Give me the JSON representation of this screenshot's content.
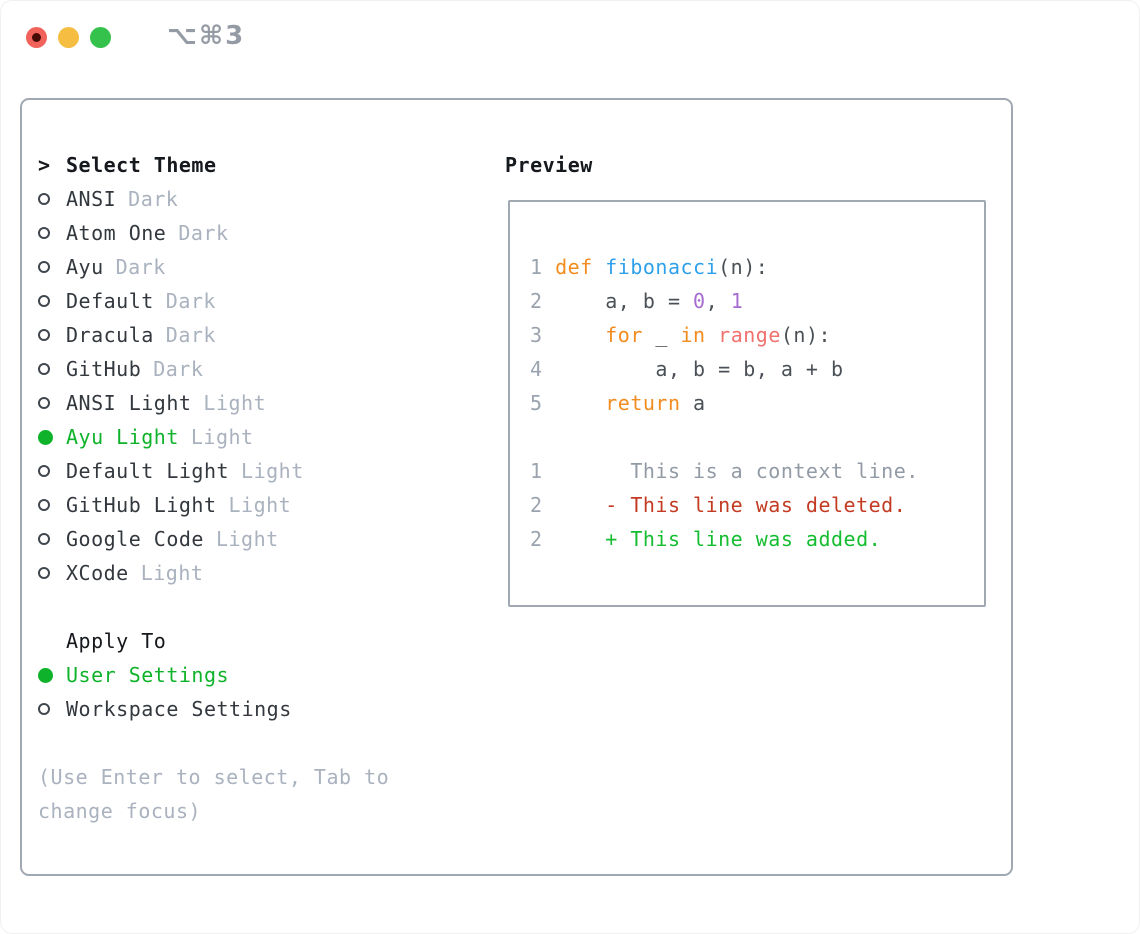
{
  "window": {
    "titlebar_label": "⌥⌘3"
  },
  "traffic_lights": [
    {
      "name": "close",
      "color": "#F1635A",
      "dot": "#470B06"
    },
    {
      "name": "minimize",
      "color": "#F5BD41"
    },
    {
      "name": "zoom",
      "color": "#35C24C"
    }
  ],
  "theme_panel": {
    "prompt": ">",
    "header": "Select Theme",
    "items": [
      {
        "name": "ANSI",
        "variant": "Dark",
        "selected": false
      },
      {
        "name": "Atom One",
        "variant": "Dark",
        "selected": false
      },
      {
        "name": "Ayu",
        "variant": "Dark",
        "selected": false
      },
      {
        "name": "Default",
        "variant": "Dark",
        "selected": false
      },
      {
        "name": "Dracula",
        "variant": "Dark",
        "selected": false
      },
      {
        "name": "GitHub",
        "variant": "Dark",
        "selected": false
      },
      {
        "name": "ANSI Light",
        "variant": "Light",
        "selected": false
      },
      {
        "name": "Ayu Light",
        "variant": "Light",
        "selected": true
      },
      {
        "name": "Default Light",
        "variant": "Light",
        "selected": false
      },
      {
        "name": "GitHub Light",
        "variant": "Light",
        "selected": false
      },
      {
        "name": "Google Code",
        "variant": "Light",
        "selected": false
      },
      {
        "name": "XCode",
        "variant": "Light",
        "selected": false
      }
    ]
  },
  "apply_panel": {
    "header": "Apply To",
    "options": [
      {
        "label": "User Settings",
        "selected": true
      },
      {
        "label": "Workspace Settings",
        "selected": false
      }
    ]
  },
  "help_lines": [
    "(Use Enter to select, Tab to",
    "change focus)"
  ],
  "preview": {
    "header": "Preview",
    "lines": [
      {
        "num": "1",
        "segments": [
          [
            "def",
            "kw"
          ],
          [
            " ",
            ""
          ],
          [
            "fibonacci",
            "fn"
          ],
          [
            "(n):",
            ""
          ]
        ]
      },
      {
        "num": "2",
        "segments": [
          [
            "    a, b = ",
            ""
          ],
          [
            "0",
            "pu"
          ],
          [
            ", ",
            ""
          ],
          [
            "1",
            "pu"
          ]
        ]
      },
      {
        "num": "3",
        "segments": [
          [
            "    ",
            ""
          ],
          [
            "for",
            "kw"
          ],
          [
            " _ ",
            ""
          ],
          [
            "in",
            "kw"
          ],
          [
            " ",
            ""
          ],
          [
            "range",
            "co"
          ],
          [
            "(n):",
            ""
          ]
        ]
      },
      {
        "num": "4",
        "segments": [
          [
            "        a, b = b, a + b",
            ""
          ]
        ]
      },
      {
        "num": "5",
        "segments": [
          [
            "    ",
            ""
          ],
          [
            "return",
            "kw"
          ],
          [
            " a",
            ""
          ]
        ]
      },
      {
        "num": "",
        "segments": []
      },
      {
        "num": "1",
        "segments": [
          [
            "      This is a context line.",
            "ctx"
          ]
        ]
      },
      {
        "num": "2",
        "segments": [
          [
            "    - This line was deleted.",
            "del"
          ]
        ]
      },
      {
        "num": "2",
        "segments": [
          [
            "    + This line was added.",
            "add"
          ]
        ]
      }
    ]
  },
  "colors": {
    "green": "#0FB32B",
    "text-dark": "#15181C",
    "text-name": "#33383E",
    "text-muted": "#A9B2BE",
    "border": "#A0A8B2",
    "titlebar-label": "#949BA4",
    "code-default": "#4A5056",
    "line-number": "#9AA3AE",
    "kw": "#F28C1F",
    "fn": "#2FA0EA",
    "pu": "#A56BD0",
    "co": "#F0716E",
    "ctx": "#929BA5",
    "del": "#C23B22",
    "add": "#15BD31"
  }
}
